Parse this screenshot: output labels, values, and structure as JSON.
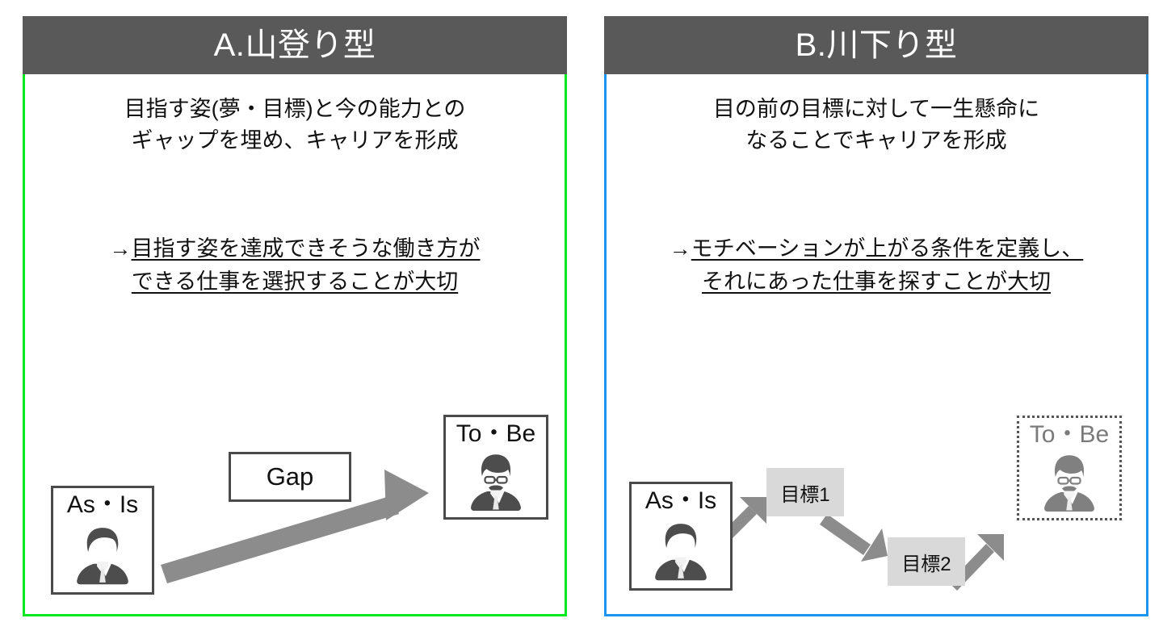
{
  "slide": {
    "background_color": "#ffffff",
    "panels": [
      {
        "id": "A",
        "header_title": "A.山登り型",
        "header_color": "#595959",
        "border_color": "#00e81e",
        "description": {
          "line1": "目指す姿(夢・目標)と今の能力との",
          "line2": "ギャップを埋め、キャリアを形成"
        },
        "conclusion": {
          "arrow": "→",
          "line1": "目指す姿を達成できそうな働き方が",
          "line2": "できる仕事を選択することが大切"
        },
        "diagram": {
          "start_box_label": "As・Is",
          "middle_box_label": "Gap",
          "end_box_label": "To・Be",
          "arrow_color": "#8c8c8c"
        }
      },
      {
        "id": "B",
        "header_title": "B.川下り型",
        "header_color": "#595959",
        "border_color": "#1a96f0",
        "description": {
          "line1": "目の前の目標に対して一生懸命に",
          "line2": "なることでキャリアを形成"
        },
        "conclusion": {
          "arrow": "→",
          "line1": "モチベーションが上がる条件を定義し、",
          "line2": "それにあった仕事を探すことが大切"
        },
        "diagram": {
          "start_box_label": "As・Is",
          "goal1_label": "目標1",
          "goal2_label": "目標2",
          "end_box_label": "To・Be",
          "arrow_color": "#8c8c8c",
          "goal_box_color": "#d9d9d9"
        }
      }
    ]
  }
}
